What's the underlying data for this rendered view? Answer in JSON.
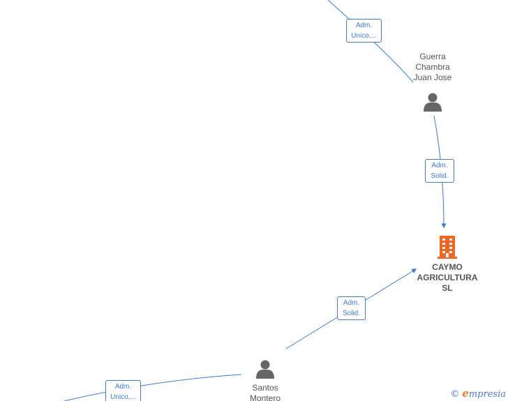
{
  "nodes": {
    "person_top": {
      "name_lines": [
        "Guerra",
        "Chambra",
        "Juan Jose"
      ]
    },
    "person_bottom": {
      "name_lines": [
        "Santos",
        "Montero"
      ]
    },
    "company": {
      "name_lines": [
        "CAYMO",
        "AGRICULTURA",
        "SL"
      ]
    }
  },
  "edges": {
    "top_in": {
      "label_lines": [
        "Adm.",
        "Unico,..."
      ]
    },
    "top_to_company": {
      "label_lines": [
        "Adm.",
        "Solid."
      ]
    },
    "bottom_to_company": {
      "label_lines": [
        "Adm.",
        "Solid."
      ]
    },
    "bottom_in": {
      "label_lines": [
        "Adm.",
        "Unico,..."
      ]
    }
  },
  "brand": {
    "copyright": "©",
    "initial": "e",
    "rest": "mpresia"
  },
  "colors": {
    "edge": "#3a7bd5",
    "person_icon": "#666666",
    "company_icon": "#f26522",
    "text": "#555555"
  },
  "icons": {
    "person": "person-icon",
    "company": "building-icon"
  }
}
